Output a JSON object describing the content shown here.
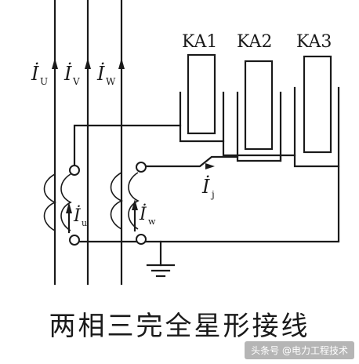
{
  "labels": {
    "line_current_u": "İ",
    "line_current_u_sub": "U",
    "line_current_v": "İ",
    "line_current_v_sub": "V",
    "line_current_w": "İ",
    "line_current_w_sub": "W",
    "relay_1": "KA1",
    "relay_2": "KA2",
    "relay_3": "KA3",
    "ct_current_u": "İ",
    "ct_current_u_sub": "u",
    "ct_current_w": "İ",
    "ct_current_w_sub": "w",
    "neutral_current": "İ",
    "neutral_current_sub": "j"
  },
  "caption": "两相三完全星形接线",
  "watermark": "头条号 @电力工程技术"
}
